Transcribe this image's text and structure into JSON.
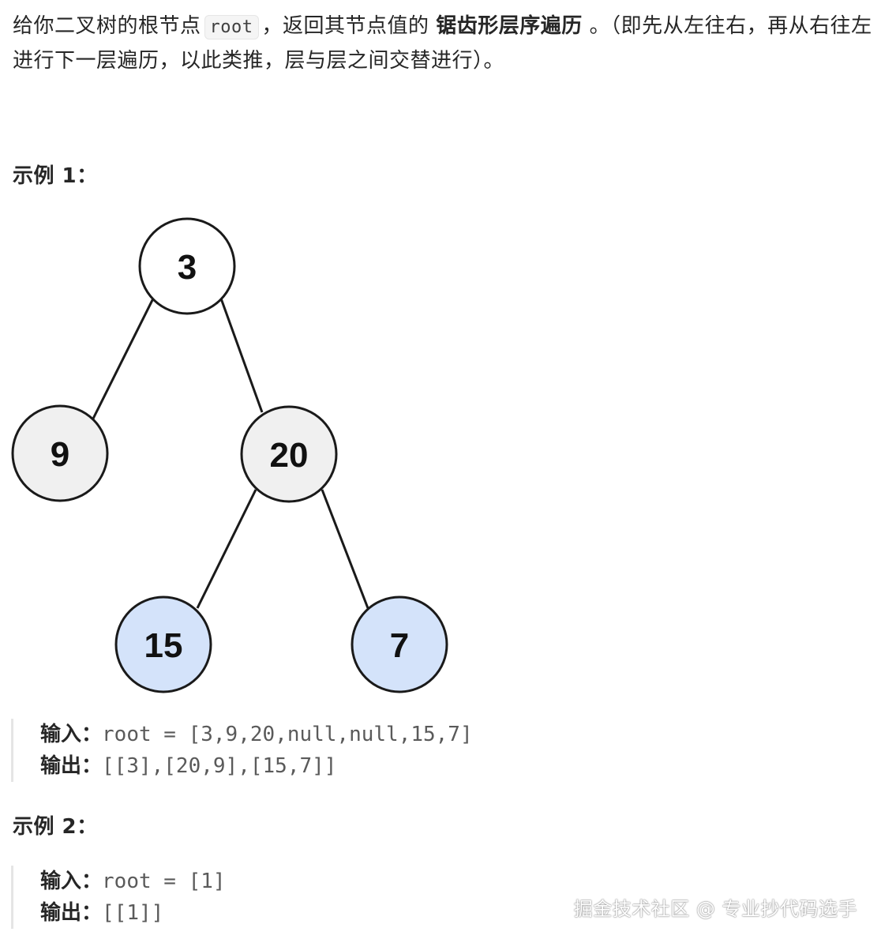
{
  "description": {
    "part1": "给你二叉树的根节点",
    "code": "root",
    "part2": "，返回其节点值的",
    "bold": "锯齿形层序遍历",
    "part3": "。（即先从左往右，再从右往左进行下一层遍历，以此类推，层与层之间交替进行）。"
  },
  "example1": {
    "title": "示例 1：",
    "tree": {
      "nodes": [
        {
          "id": "n3",
          "value": "3",
          "fill": "#ffffff"
        },
        {
          "id": "n9",
          "value": "9",
          "fill": "#f0f0f0"
        },
        {
          "id": "n20",
          "value": "20",
          "fill": "#f0f0f0"
        },
        {
          "id": "n15",
          "value": "15",
          "fill": "#d4e3fa"
        },
        {
          "id": "n7",
          "value": "7",
          "fill": "#d4e3fa"
        }
      ]
    },
    "input_label": "输入：",
    "input_value": "root = [3,9,20,null,null,15,7]",
    "output_label": "输出：",
    "output_value": "[[3],[20,9],[15,7]]"
  },
  "example2": {
    "title": "示例 2：",
    "input_label": "输入：",
    "input_value": "root = [1]",
    "output_label": "输出：",
    "output_value": "[[1]]"
  },
  "watermark": "掘金技术社区 @ 专业抄代码选手"
}
